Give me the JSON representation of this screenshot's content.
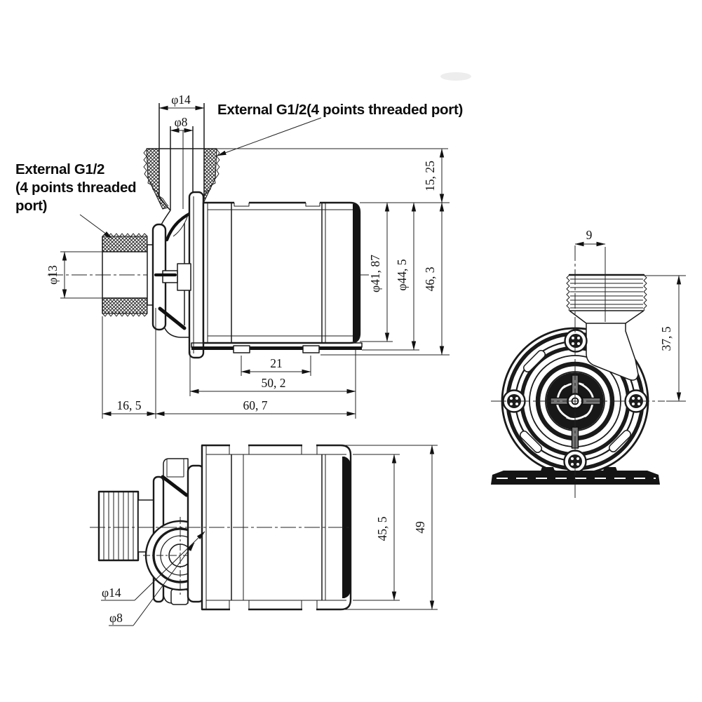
{
  "labels": {
    "top_port_label": "External G1/2(4 points threaded port)",
    "left_port_label_line1": "External G1/2",
    "left_port_label_line2": "(4 points threaded",
    "left_port_label_line3": "port)"
  },
  "side_view": {
    "phi14": "φ14",
    "phi8": "φ8",
    "phi13": "φ13",
    "h15_25": "15, 25",
    "phi41_87": "φ41, 87",
    "phi44_5": "φ44, 5",
    "h46_3": "46, 3",
    "w21": "21",
    "w50_2": "50, 2",
    "w60_7": "60, 7",
    "w16_5": "16, 5"
  },
  "bottom_view": {
    "phi14": "φ14",
    "phi8": "φ8",
    "h45_5": "45, 5",
    "h49": "49"
  },
  "front_view": {
    "w9": "9",
    "h37_5": "37, 5"
  },
  "style": {
    "line_color": "#1a1a1a",
    "background": "#ffffff"
  }
}
